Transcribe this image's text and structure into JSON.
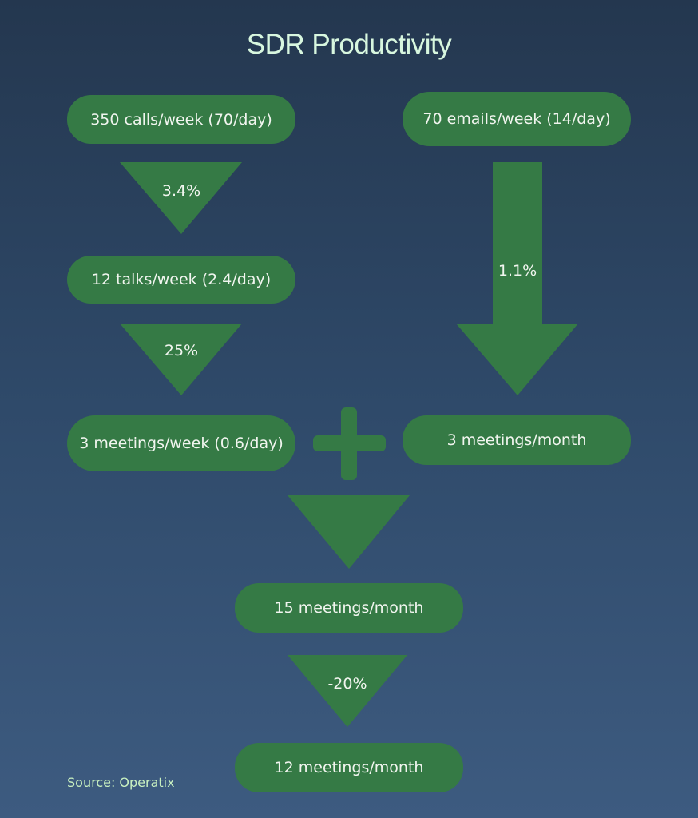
{
  "title": "SDR Productivity",
  "boxes": {
    "calls": "350 calls/week (70/day)",
    "emails": "70 emails/week (14/day)",
    "talks": "12 talks/week (2.4/day)",
    "meetings_week": "3 meetings/week (0.6/day)",
    "meetings_month_email": "3 meetings/month",
    "total_meetings": "15 meetings/month",
    "final_meetings": "12 meetings/month"
  },
  "rates": {
    "call_to_talk": "3.4%",
    "talk_to_meeting": "25%",
    "email_to_meeting": "1.1%",
    "adjustment": "-20%"
  },
  "source": "Source: Operatix",
  "colors": {
    "green": "#357a45",
    "bg_top": "#24374f",
    "bg_bottom": "#3d5b80"
  }
}
